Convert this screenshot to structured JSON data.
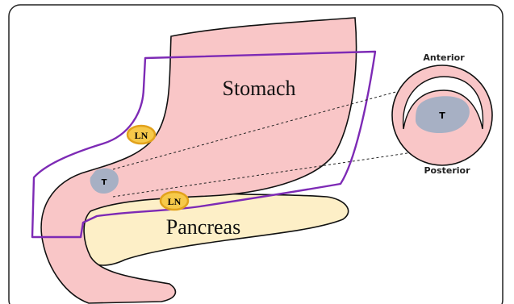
{
  "labels": {
    "stomach": "Stomach",
    "pancreas": "Pancreas",
    "anterior": "Anterior",
    "posterior": "Posterior",
    "tumor_main": "T",
    "tumor_cross_section": "T",
    "lymph_node_upper": "LN",
    "lymph_node_lower": "LN"
  },
  "colors": {
    "stomach_fill": "#f9c6c7",
    "pancreas_fill": "#fdefc7",
    "tumor_fill": "#a7b0c4",
    "lymph_node_fill": "#f6c94a",
    "lymph_node_stroke": "#e2a21c",
    "resection_outline": "#7d2ab5",
    "outline": "#111111",
    "frame": "#222222"
  }
}
